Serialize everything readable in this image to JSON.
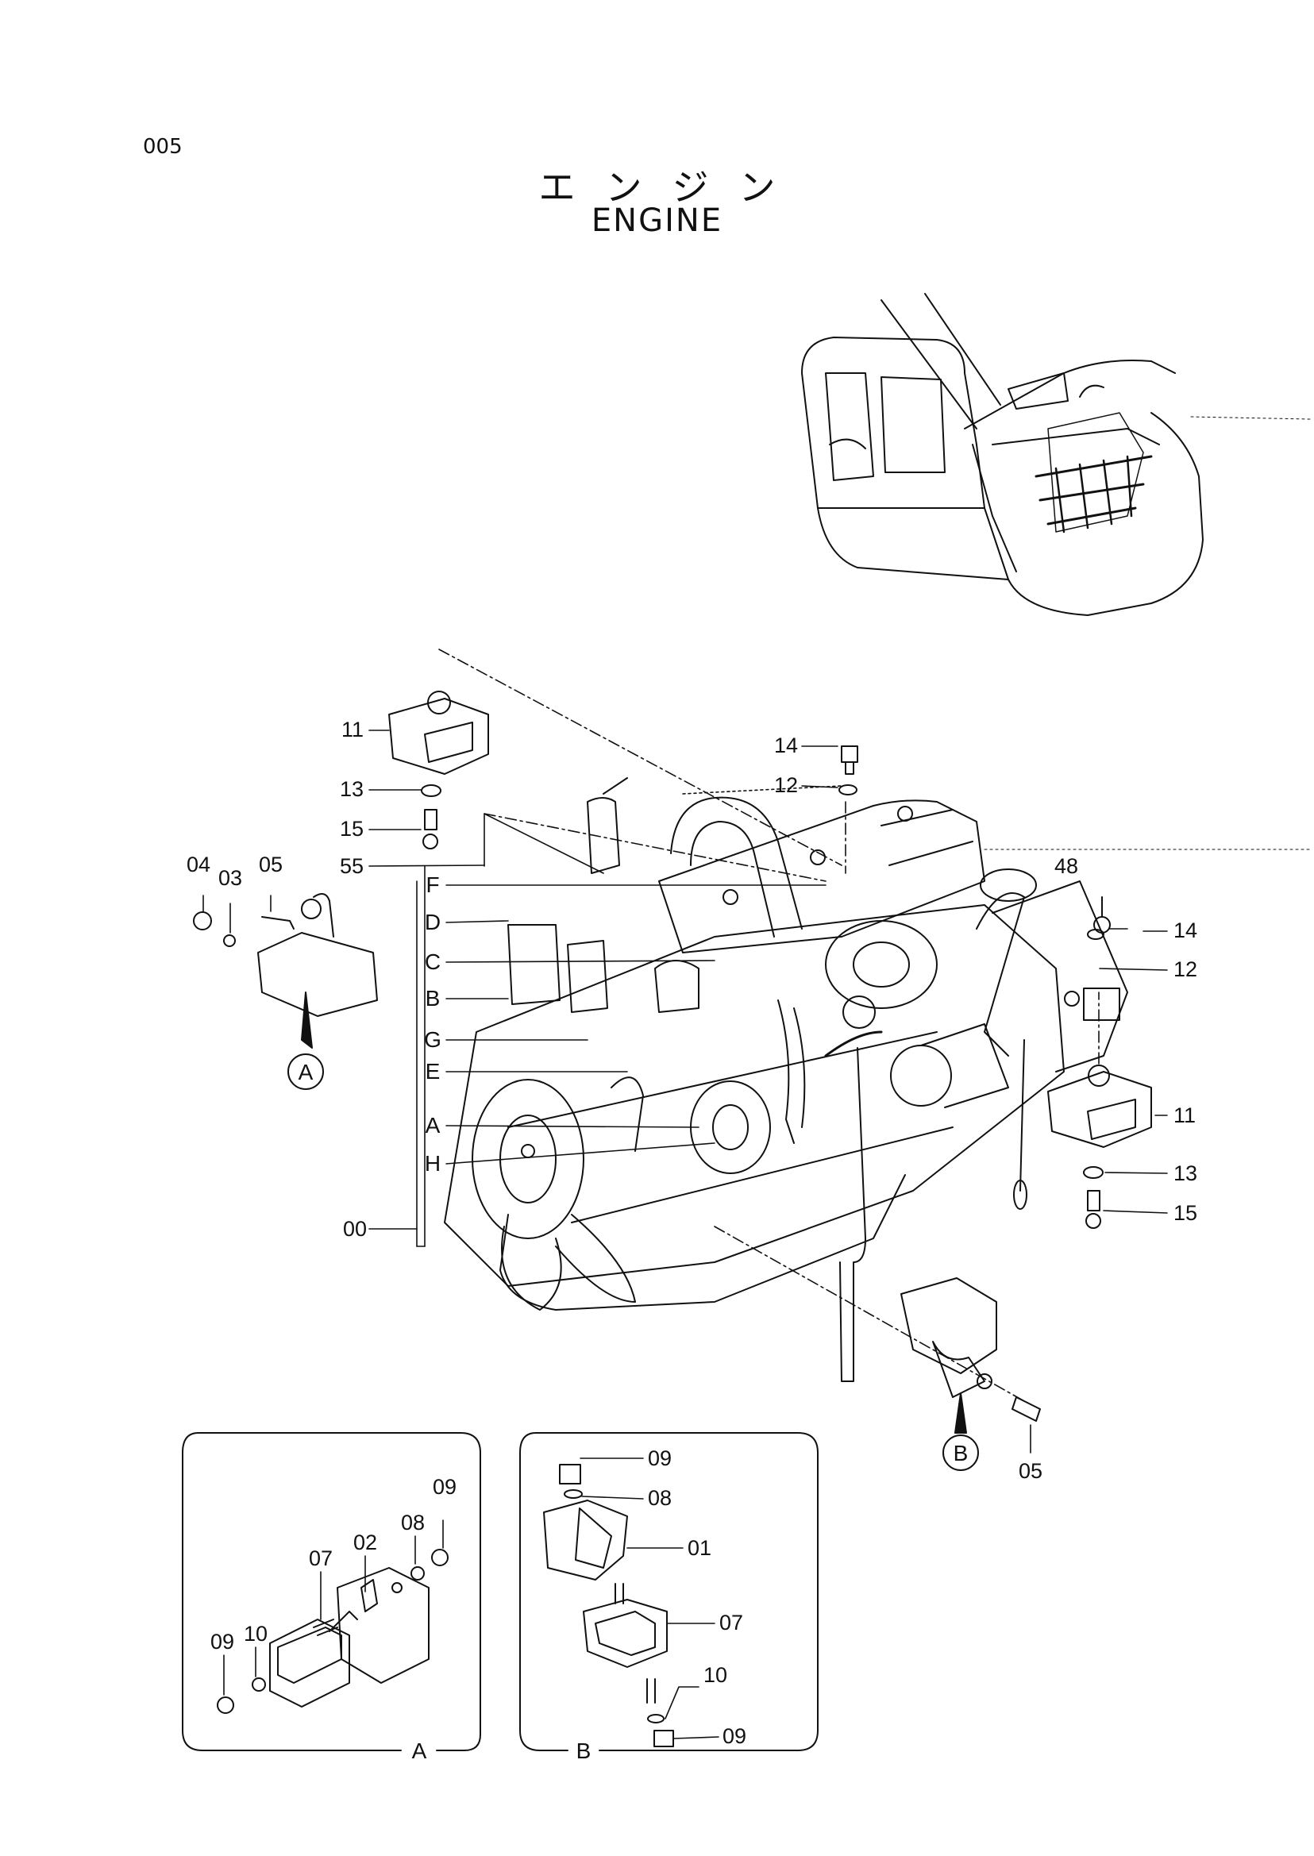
{
  "page": {
    "number": "005"
  },
  "title": {
    "japanese": "エンジン",
    "english": "ENGINE"
  },
  "main_callouts": {
    "left": [
      "11",
      "13",
      "15",
      "55",
      "04",
      "03",
      "05",
      "00"
    ],
    "top": [
      "14",
      "12"
    ],
    "right": [
      "48",
      "14",
      "12",
      "11",
      "13",
      "15"
    ],
    "bottom": [
      "05"
    ]
  },
  "sub_assembly_letters": [
    "F",
    "D",
    "C",
    "B",
    "G",
    "E",
    "A",
    "H"
  ],
  "detail_markers": {
    "a": "A",
    "b": "B"
  },
  "detail_a": {
    "name": "A",
    "callouts": [
      "02",
      "08",
      "09",
      "07",
      "10",
      "09"
    ]
  },
  "detail_b": {
    "name": "B",
    "callouts": [
      "09",
      "08",
      "01",
      "07",
      "10",
      "09"
    ]
  }
}
